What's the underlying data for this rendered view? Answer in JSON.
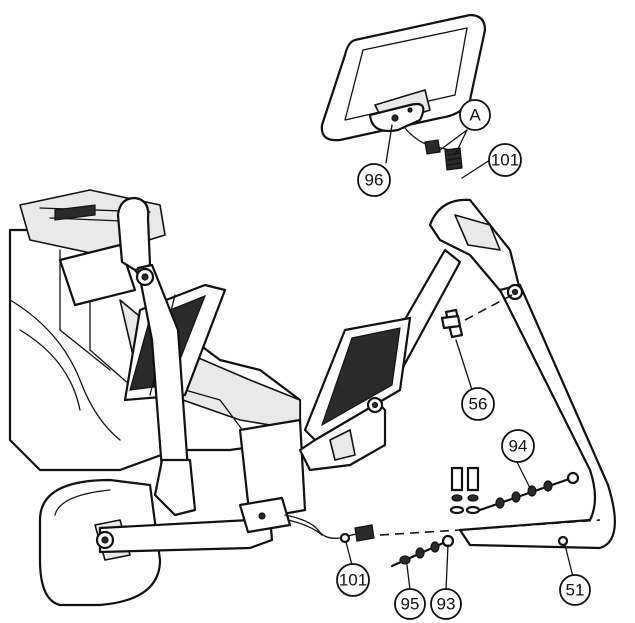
{
  "callouts": {
    "c96": "96",
    "cA": "A",
    "c101_top": "101",
    "c56": "56",
    "c94": "94",
    "c101_bottom": "101",
    "c95": "95",
    "c93": "93",
    "c51": "51"
  }
}
